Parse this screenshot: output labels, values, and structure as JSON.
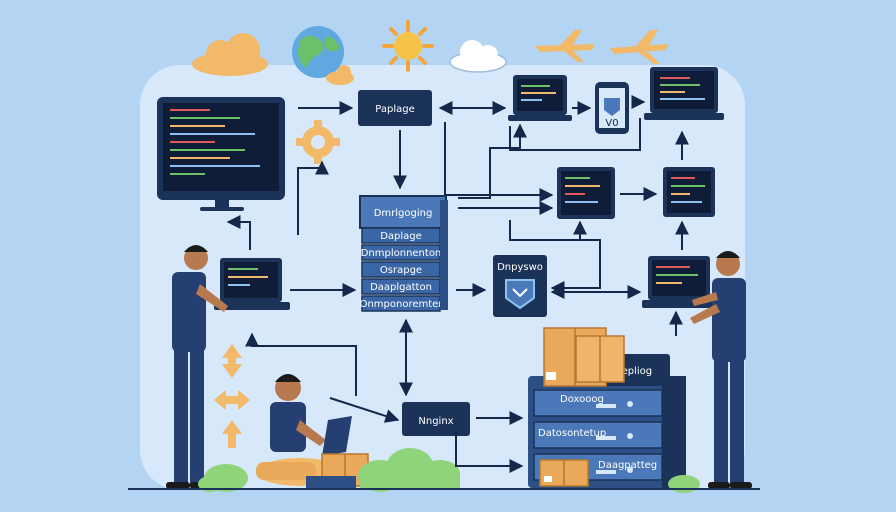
{
  "labels": {
    "top_box": "Paplage",
    "stack_title": "Dmrlgoging",
    "stack_row_1": "Daplage",
    "stack_row_2": "Dnmplonnenton",
    "stack_row_3": "Osrapge",
    "stack_row_4": "Daaplgatton",
    "stack_row_5": "Onmponoremter",
    "shield_box": "Dnpyswo",
    "nginx_box": "Nnginx",
    "cabinet_label": "Depliog",
    "drawer_1": "Doxooog",
    "drawer_2": "Datosontetup",
    "drawer_3": "Daagpatteg",
    "tablet_label": "V0"
  },
  "colors": {
    "background": "#b3d4f3",
    "panel": "#d6e8fa",
    "navy": "#1c3359",
    "stack_blue": "#4a78b8",
    "box_orange": "#e9a85a",
    "cloud_orange": "#f2b968",
    "green": "#8fd37a"
  }
}
